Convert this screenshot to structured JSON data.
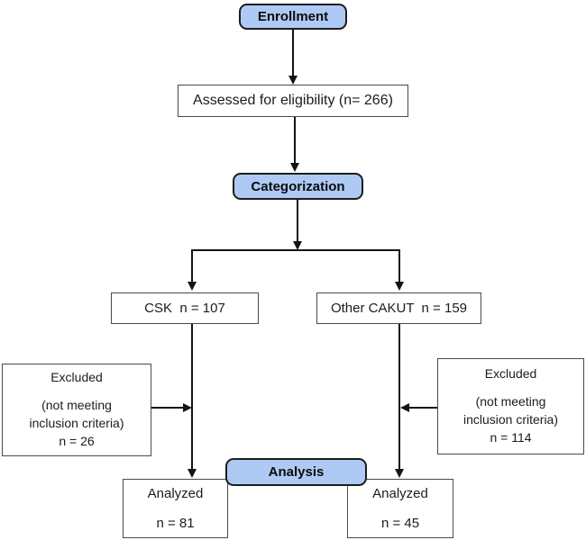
{
  "diagram": {
    "stage_labels": {
      "enrollment": "Enrollment",
      "categorization": "Categorization",
      "analysis": "Analysis"
    },
    "assessed": {
      "label": "Assessed for eligibility (n= 266)"
    },
    "groups": {
      "csk": "CSK  n = 107",
      "other_cakut": "Other CAKUT  n = 159"
    },
    "excluded_left": {
      "title": "Excluded",
      "reason_line1": "(not meeting",
      "reason_line2": "inclusion criteria)",
      "count": "n = 26"
    },
    "excluded_right": {
      "title": "Excluded",
      "reason_line1": "(not meeting",
      "reason_line2": "inclusion criteria)",
      "count": "n = 114"
    },
    "analyzed_left": {
      "title": "Analyzed",
      "count": "n = 81"
    },
    "analyzed_right": {
      "title": "Analyzed",
      "count": "n = 45"
    },
    "colors": {
      "stage_fill": "#aecaf4",
      "stage_border": "#1c1c1c",
      "box_border": "#4a4a4a",
      "arrow": "#141414",
      "background": "#ffffff"
    }
  }
}
